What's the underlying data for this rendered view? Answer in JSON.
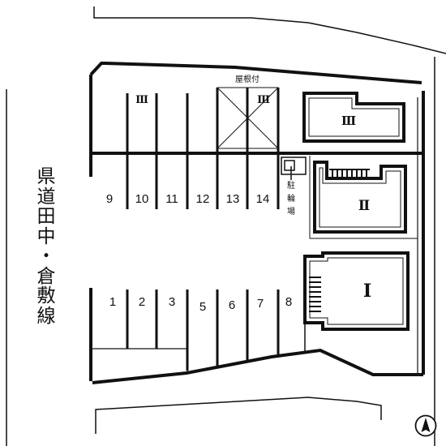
{
  "road": {
    "name": "県道田中・倉敷線"
  },
  "roof_label": "屋根付",
  "bike_parking_label": "駐輪場",
  "buildings": [
    {
      "id": "building-1",
      "label": "Ⅰ"
    },
    {
      "id": "building-2",
      "label": "Ⅱ"
    },
    {
      "id": "building-3",
      "label": "Ⅲ"
    }
  ],
  "roof_parking_labels": [
    "Ⅲ",
    "Ⅲ"
  ],
  "parking_spaces": {
    "upper_row": [
      "9",
      "10",
      "11",
      "12",
      "13",
      "14"
    ],
    "lower_row": [
      "1",
      "2",
      "3",
      "5",
      "6",
      "7",
      "8"
    ]
  },
  "north_icon": "north-arrow-icon",
  "colors": {
    "line": "#111111",
    "background": "#ffffff"
  }
}
